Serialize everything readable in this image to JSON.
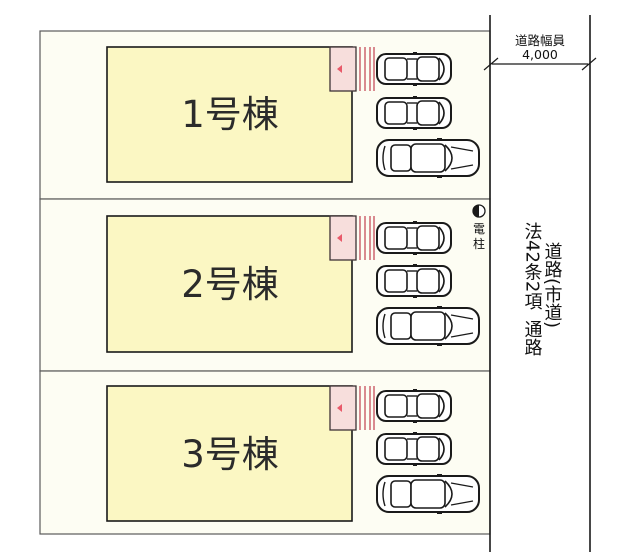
{
  "lots": [
    {
      "label": "1号棟"
    },
    {
      "label": "2号棟"
    },
    {
      "label": "3号棟"
    }
  ],
  "road": {
    "width_label": "道路幅員",
    "width_value": "4,000",
    "legal_col1": "法42条2項",
    "legal_col2": "道路(市道)",
    "legal_col3": "通路"
  },
  "utility_pole": {
    "label_1": "電",
    "label_2": "柱"
  },
  "colors": {
    "building_fill": "#fbf7c3",
    "lot_fill": "#fdfdf3",
    "entrance_fill": "#f7dedc",
    "entrance_marker": "#e85a6a"
  },
  "icons": {
    "car": "car-icon",
    "utility_pole": "utility-pole-icon",
    "entrance": "entrance-steps-icon"
  }
}
